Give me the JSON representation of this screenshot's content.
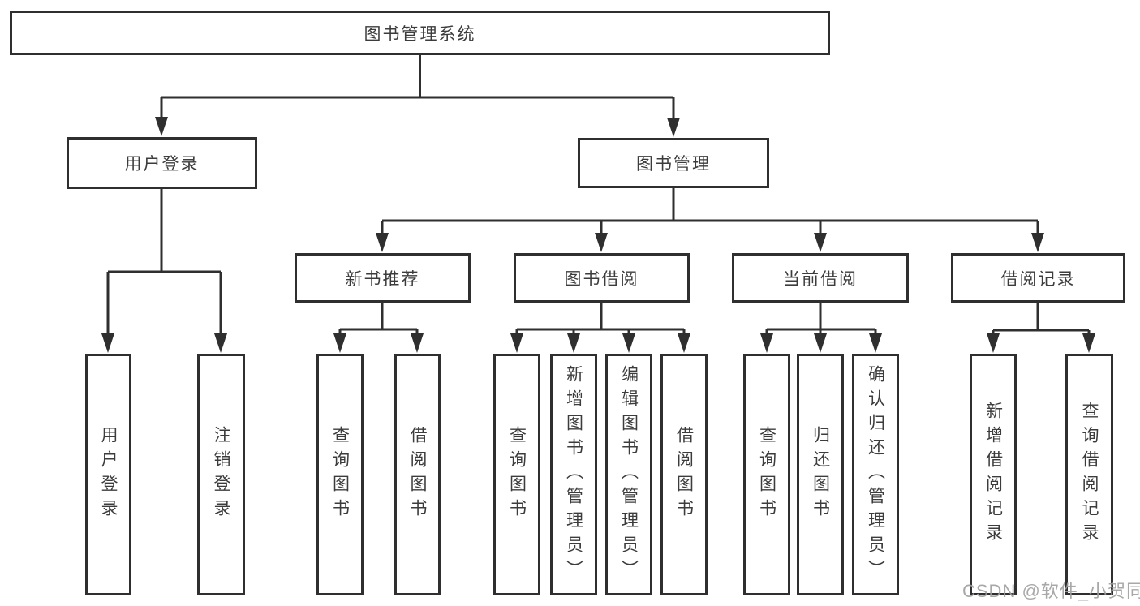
{
  "diagram": {
    "root": {
      "label": "图书管理系统"
    },
    "branches": [
      {
        "label": "用户登录",
        "children": [
          {
            "label": "用户登录"
          },
          {
            "label": "注销登录"
          }
        ]
      },
      {
        "label": "图书管理",
        "children": [
          {
            "label": "新书推荐",
            "children": [
              {
                "label": "查询图书"
              },
              {
                "label": "借阅图书"
              }
            ]
          },
          {
            "label": "图书借阅",
            "children": [
              {
                "label": "查询图书"
              },
              {
                "label": "新增图书（管理员）"
              },
              {
                "label": "编辑图书（管理员）"
              },
              {
                "label": "借阅图书"
              }
            ]
          },
          {
            "label": "当前借阅",
            "children": [
              {
                "label": "查询图书"
              },
              {
                "label": "归还图书"
              },
              {
                "label": "确认归还（管理员）"
              }
            ]
          },
          {
            "label": "借阅记录",
            "children": [
              {
                "label": "新增借阅记录"
              },
              {
                "label": "查询借阅记录"
              }
            ]
          }
        ]
      }
    ]
  },
  "watermark": {
    "text": "CSDN @软件_小贺同学"
  },
  "colors": {
    "line": "#2f2f2f",
    "text": "#3c3c3c",
    "background": "#ffffff",
    "watermark": "#9e9e9e"
  }
}
